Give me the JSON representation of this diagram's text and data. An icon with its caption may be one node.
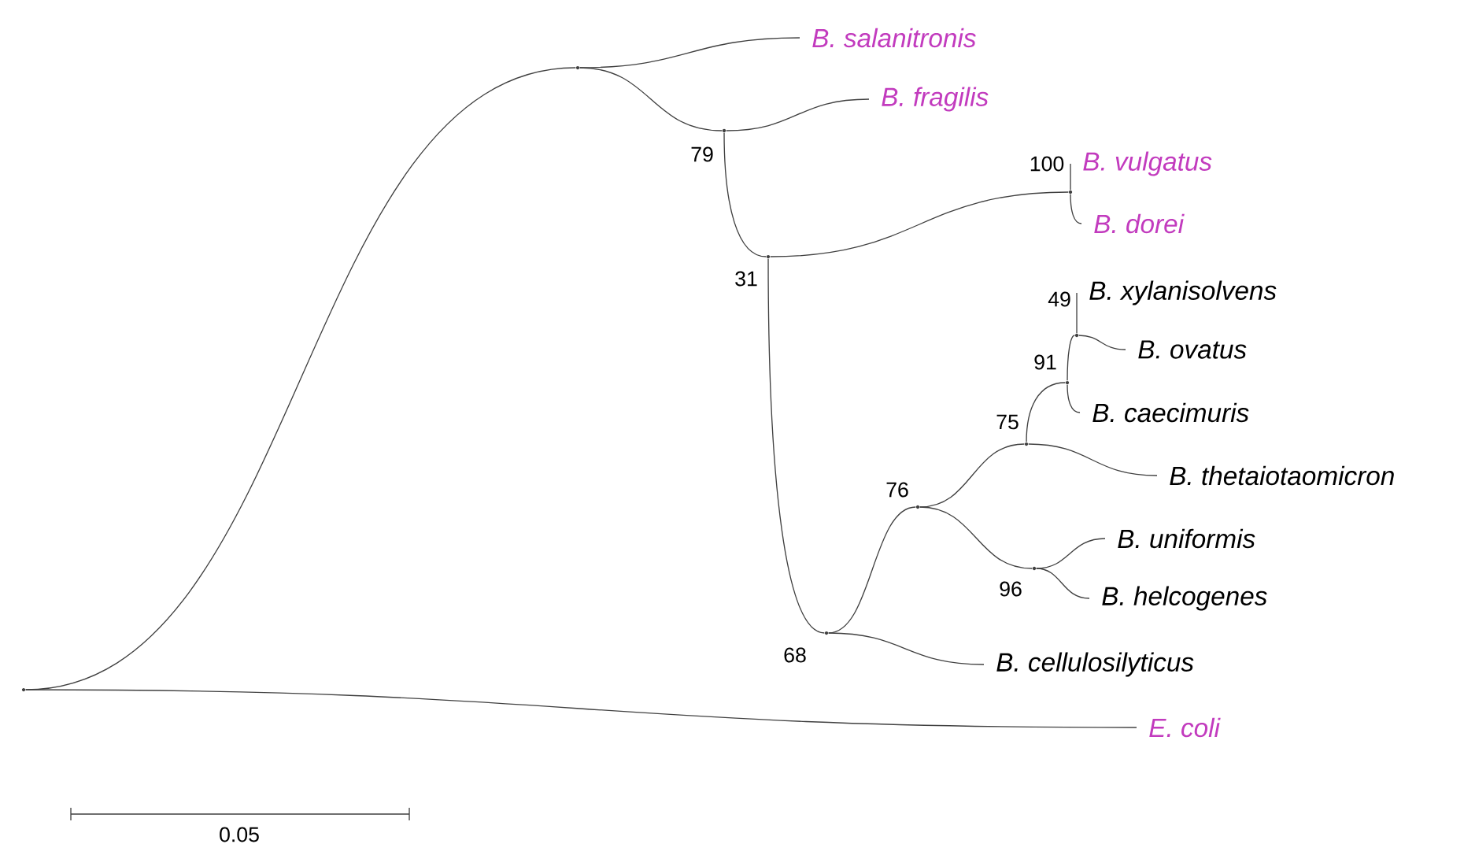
{
  "diagram": {
    "nodes": [
      {
        "text": [],
        "shape": "point"
      },
      {
        "text": [],
        "shape": "point"
      },
      {
        "text": [
          "B. salanitronis"
        ]
      },
      {
        "text": [],
        "shape": "point",
        "beside": [
          "79"
        ]
      },
      {
        "text": [
          "B. fragilis"
        ]
      },
      {
        "text": [],
        "shape": "point",
        "beside": [
          "31"
        ]
      },
      {
        "text": [],
        "shape": "point",
        "beside": [
          "100"
        ]
      },
      {
        "text": [
          "B. vulgatus"
        ]
      },
      {
        "text": [
          "B. dorei"
        ]
      },
      {
        "text": [],
        "shape": "point",
        "beside": [
          "68"
        ]
      },
      {
        "text": [],
        "shape": "point",
        "beside": [
          "76"
        ]
      },
      {
        "text": [],
        "shape": "point",
        "beside": [
          "75"
        ]
      },
      {
        "text": [],
        "shape": "point",
        "beside": [
          "91"
        ]
      },
      {
        "text": [],
        "shape": "point",
        "beside": [
          "49"
        ]
      },
      {
        "text": [
          "B. xylanisolvens"
        ]
      },
      {
        "text": [
          "B. ovatus"
        ]
      },
      {
        "text": [
          "B. caecimuris"
        ]
      },
      {
        "text": [
          "B. thetaiotaomicron"
        ]
      },
      {
        "text": [],
        "shape": "point",
        "beside": [
          "96"
        ]
      },
      {
        "text": [
          "B. uniformis"
        ]
      },
      {
        "text": [
          "B. helcogenes"
        ]
      },
      {
        "text": [
          "B. cellulosilyticus"
        ]
      },
      {
        "text": [
          "E. coli"
        ]
      }
    ],
    "edges": [
      {
        "from": 0,
        "to": 1,
        "arrow": "none"
      },
      {
        "from": 1,
        "to": 2,
        "arrow": "none"
      },
      {
        "from": 1,
        "to": 3,
        "arrow": "none"
      },
      {
        "from": 3,
        "to": 4,
        "arrow": "none"
      },
      {
        "from": 3,
        "to": 5,
        "arrow": "none"
      },
      {
        "from": 5,
        "to": 6,
        "arrow": "none"
      },
      {
        "from": 6,
        "to": 7,
        "arrow": "none"
      },
      {
        "from": 6,
        "to": 8,
        "arrow": "none"
      },
      {
        "from": 5,
        "to": 9,
        "arrow": "none"
      },
      {
        "from": 9,
        "to": 10,
        "arrow": "none"
      },
      {
        "from": 10,
        "to": 11,
        "arrow": "none"
      },
      {
        "from": 11,
        "to": 12,
        "arrow": "none"
      },
      {
        "from": 12,
        "to": 13,
        "arrow": "none"
      },
      {
        "from": 13,
        "to": 14,
        "arrow": "none"
      },
      {
        "from": 13,
        "to": 15,
        "arrow": "none"
      },
      {
        "from": 12,
        "to": 16,
        "arrow": "none"
      },
      {
        "from": 11,
        "to": 17,
        "arrow": "none"
      },
      {
        "from": 10,
        "to": 18,
        "arrow": "none"
      },
      {
        "from": 18,
        "to": 19,
        "arrow": "none"
      },
      {
        "from": 18,
        "to": 20,
        "arrow": "none"
      },
      {
        "from": 9,
        "to": 21,
        "arrow": "none"
      },
      {
        "from": 0,
        "to": 22,
        "arrow": "none"
      }
    ],
    "labels": [
      "0.05"
    ]
  }
}
